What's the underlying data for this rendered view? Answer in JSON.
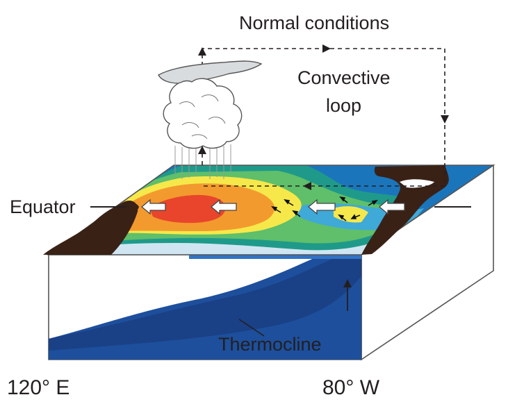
{
  "labels": {
    "title": "Normal conditions",
    "loop_line1": "Convective",
    "loop_line2": "loop",
    "equator": "Equator",
    "thermocline": "Thermocline",
    "lon_west": "120° E",
    "lon_east": "80° W"
  },
  "colors": {
    "land": "#3a2116",
    "ocean_side": "#ffffff",
    "box_side_right": "#ffffff",
    "box_top_far": "#cfe6f2",
    "sst_warmest": "#e8452c",
    "sst_warm": "#f39a2e",
    "sst_mild": "#f6e84a",
    "sst_cool": "#5fbf6a",
    "sst_cooler": "#1f9a8a",
    "sst_cold": "#3fa9d8",
    "sst_coldest": "#1b75bb",
    "deep_water": "#1d4f9c",
    "deep_water_edge": "#1a3d82",
    "cloud": "#ffffff",
    "anvil": "#d9dcdf"
  },
  "icons": {
    "trade_wind": "white-block-arrow-left",
    "surface_current": "small-black-arrow",
    "loop_arrow": "dashed-arrow",
    "upwelling": "black-up-arrow"
  }
}
